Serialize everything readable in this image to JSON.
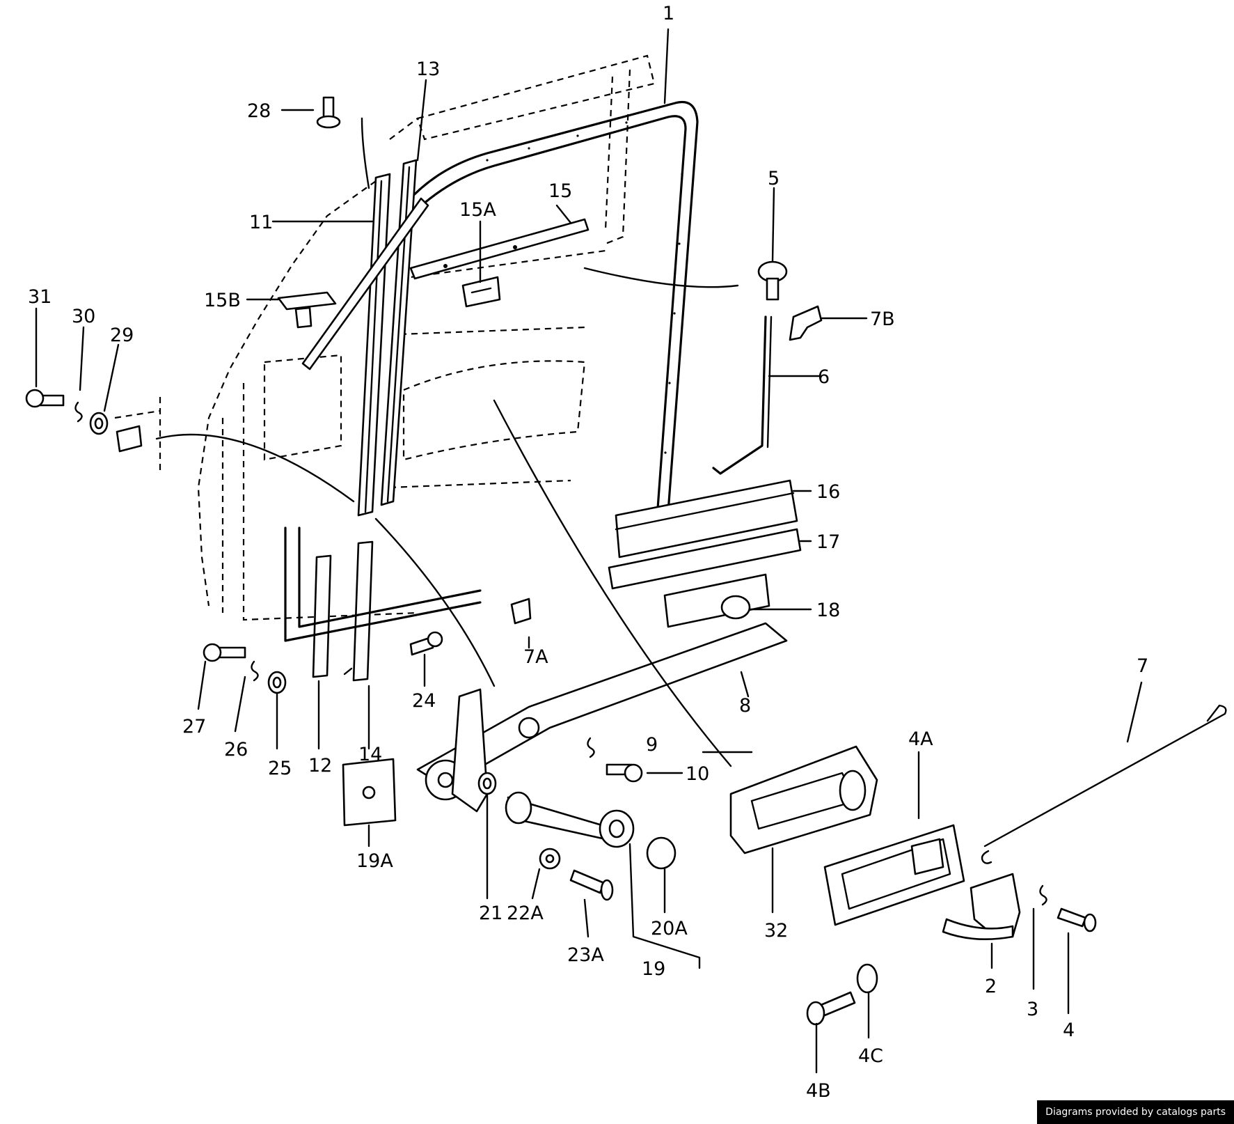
{
  "callouts": {
    "p1": "1",
    "p2": "2",
    "p3": "3",
    "p4": "4",
    "p4A": "4A",
    "p4B": "4B",
    "p4C": "4C",
    "p5": "5",
    "p6": "6",
    "p7": "7",
    "p7A": "7A",
    "p7B": "7B",
    "p8": "8",
    "p9": "9",
    "p10": "10",
    "p11": "11",
    "p12": "12",
    "p13": "13",
    "p14": "14",
    "p15": "15",
    "p15A": "15A",
    "p15B": "15B",
    "p16": "16",
    "p17": "17",
    "p18": "18",
    "p19": "19",
    "p19A": "19A",
    "p20A": "20A",
    "p21": "21",
    "p22A": "22A",
    "p23A": "23A",
    "p24": "24",
    "p25": "25",
    "p26": "26",
    "p27": "27",
    "p28": "28",
    "p29": "29",
    "p30": "30",
    "p31": "31",
    "p32": "32"
  },
  "credit": "Diagrams provided by catalogs parts"
}
